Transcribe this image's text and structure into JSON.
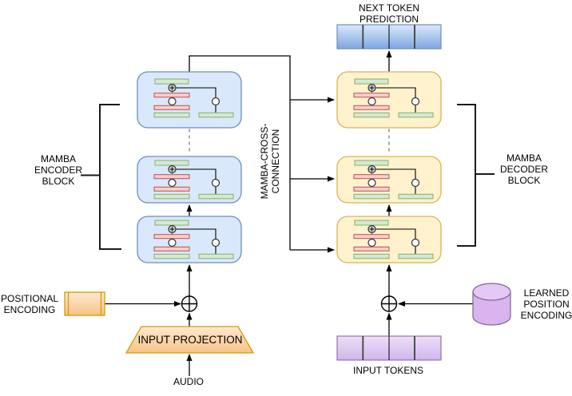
{
  "labels": {
    "next_token_prediction": "NEXT TOKEN\nPREDICTION",
    "mamba_encoder_block": "MAMBA\nENCODER\nBLOCK",
    "mamba_decoder_block": "MAMBA\nDECODER\nBLOCK",
    "cross_connection": "MAMBA-CROSS-\nCONNECTION",
    "positional_encoding": "POSITIONAL\nENCODING",
    "input_projection": "INPUT PROJECTION",
    "audio": "AUDIO",
    "input_tokens": "INPUT TOKENS",
    "learned_position_encoding": "LEARNED\nPOSITION\nENCODING"
  },
  "structure": {
    "encoder_block_count": 3,
    "decoder_block_count": 3,
    "input_token_segments": 4,
    "prediction_segments": 4
  },
  "colors": {
    "encoder_block_fill": "#dae8fc",
    "encoder_block_stroke": "#6c8ebf",
    "decoder_block_fill": "#fff2cc",
    "decoder_block_stroke": "#d6b656",
    "green_bar_fill": "#d5e8d4",
    "green_bar_stroke": "#82b366",
    "red_bar_fill": "#f8cecc",
    "red_bar_stroke": "#b85450",
    "orange_grad_top": "#ffe9d1",
    "orange_grad_bottom": "#f7c385",
    "orange_stroke": "#d79b00",
    "blue_grad_top": "#dbe8fa",
    "blue_grad_bottom": "#7ea6e0",
    "blue_stroke": "#6c8ebf",
    "purple_grad_top": "#ecdff7",
    "purple_grad_bottom": "#d2b6ec",
    "purple_stroke": "#9673a6",
    "cylinder_fill": "#d9b5f0",
    "cylinder_top_fill": "#e4c9f6",
    "cylinder_stroke": "#7d6394",
    "node_fill": "#cfcfcf",
    "node_open_fill": "#ffffff",
    "node_stroke": "#333333",
    "line": "#000000",
    "bracket": "#1a1a1a",
    "dashed": "#808080",
    "divider": "#4d4d4d"
  }
}
